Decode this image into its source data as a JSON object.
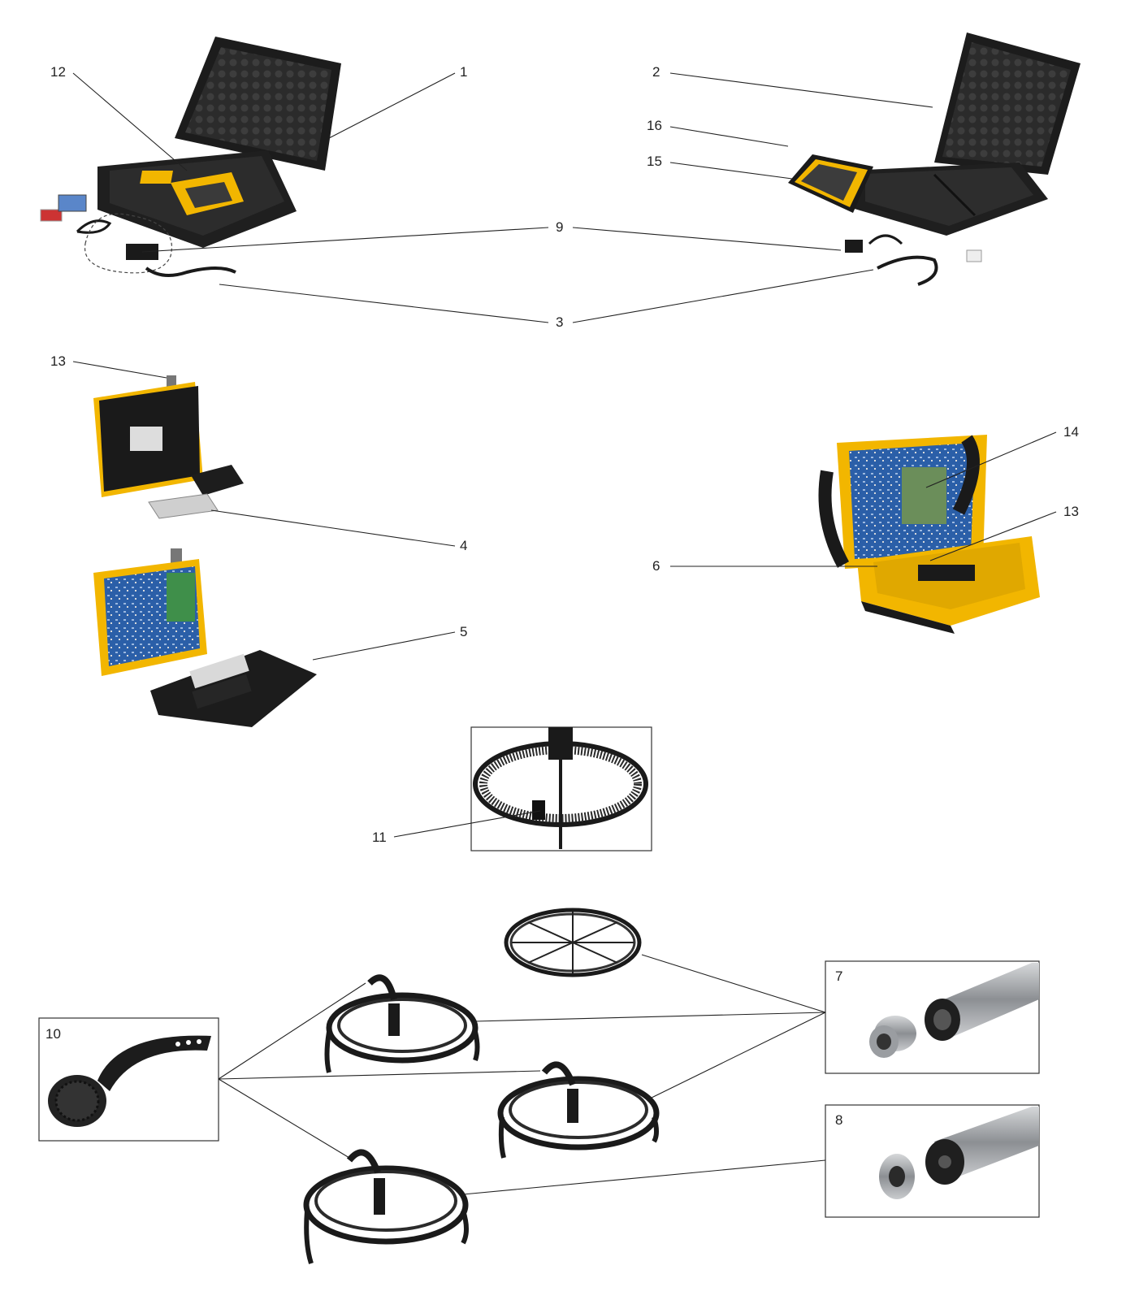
{
  "callouts": {
    "c1": "1",
    "c2": "2",
    "c3": "3",
    "c4": "4",
    "c5": "5",
    "c6": "6",
    "c7": "7",
    "c8": "8",
    "c9": "9",
    "c10": "10",
    "c11": "11",
    "c12": "12",
    "c13_left": "13",
    "c13_right": "13",
    "c14": "14",
    "c15": "15",
    "c16": "16"
  },
  "colors": {
    "case_black": "#1c1c1c",
    "foam": "#2a2a2a",
    "housing_yellow": "#f2b600",
    "pcb_blue": "#2b5fa8",
    "pcb_green": "#3f8f4a",
    "steel": "#a7a9ac",
    "line": "#222222"
  }
}
